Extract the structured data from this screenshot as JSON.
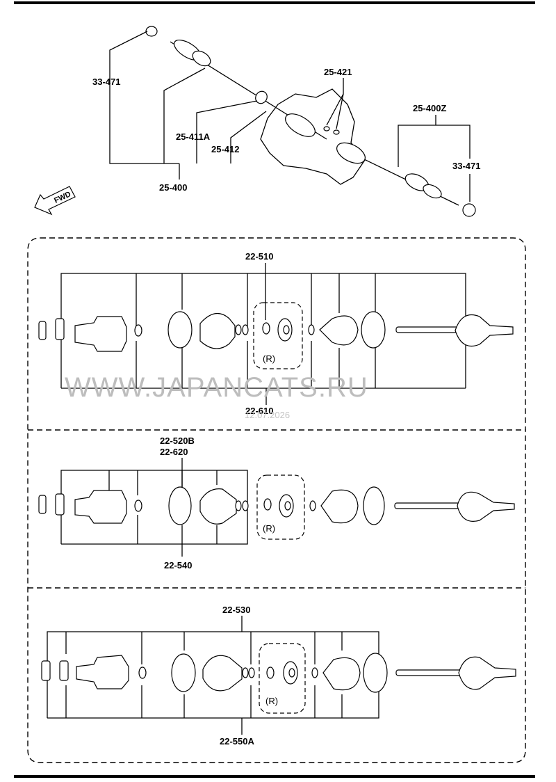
{
  "labels": {
    "top_left_nut": "33-471",
    "left_shaft": "25-400",
    "left_clip_a": "25-411A",
    "left_clip_b": "25-412",
    "center_seals": "25-421",
    "right_shaft": "25-400Z",
    "top_right_nut": "33-471",
    "section1_top": "22-510",
    "section1_bottom": "22-610",
    "section2_top_a": "22-520B",
    "section2_top_b": "22-620",
    "section2_bottom": "22-540",
    "section3_top": "22-530",
    "section3_bottom": "22-550A"
  },
  "fwd_label": "FWD",
  "r_label": "(R)",
  "watermark": "WWW.JAPANCATS.RU",
  "watermark_date": "12.07.2026",
  "icons": [
    "fwd-arrow-icon",
    "nut-icon",
    "boot-icon",
    "band-icon",
    "clip-icon",
    "bearing-icon",
    "shaft-icon"
  ]
}
